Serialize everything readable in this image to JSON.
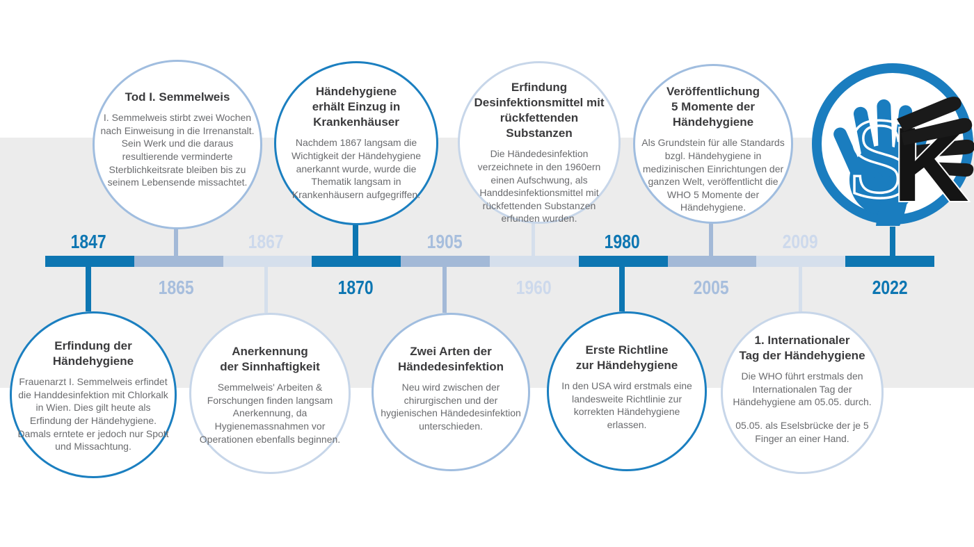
{
  "colors": {
    "timeline_dark": "#0d76b2",
    "timeline_medium": "#a3b9d7",
    "timeline_light": "#d5dfec",
    "circle_border_strong": "#1b7fc0",
    "circle_border_mid": "#a0bddf",
    "circle_border_soft": "#c7d6e9",
    "background_band": "#ececec",
    "logo_blue": "#1a7dbf",
    "logo_black": "#1a1a1a"
  },
  "timeline": {
    "segments": [
      {
        "year": "1847",
        "tone": "dark",
        "label_side": "above"
      },
      {
        "year": "1865",
        "tone": "medium",
        "label_side": "below"
      },
      {
        "year": "1867",
        "tone": "light",
        "label_side": "above"
      },
      {
        "year": "1870",
        "tone": "dark",
        "label_side": "below"
      },
      {
        "year": "1905",
        "tone": "medium",
        "label_side": "above"
      },
      {
        "year": "1960",
        "tone": "light",
        "label_side": "below"
      },
      {
        "year": "1980",
        "tone": "dark",
        "label_side": "above"
      },
      {
        "year": "2005",
        "tone": "medium",
        "label_side": "below"
      },
      {
        "year": "2009",
        "tone": "light",
        "label_side": "above"
      },
      {
        "year": "2022",
        "tone": "dark",
        "label_side": "below"
      }
    ]
  },
  "events_top": [
    {
      "title": "Tod I. Semmelweis",
      "body": "I. Semmelweis stirbt zwei Wochen nach Einweisung in die Irrenanstalt. Sein Werk und die daraus resultierende verminderte Sterblichkeitsrate bleiben bis zu seinem Lebensende missachtet."
    },
    {
      "title": "Händehygiene\nerhält Einzug in\nKrankenhäuser",
      "body": "Nachdem 1867 langsam die Wichtigkeit der Händehygiene anerkannt wurde, wurde die Thematik langsam in Krankenhäusern aufgegriffen."
    },
    {
      "title": "Erfindung\nDesinfektionsmittel mit\nrückfettenden Substanzen",
      "body": "Die Händedesinfektion verzeichnete in den 1960ern einen Aufschwung, als Handdesinfektionsmittel mit rückfettenden Substanzen erfunden wurden."
    },
    {
      "title": "Veröffentlichung\n5 Momente der\nHändehygiene",
      "body": "Als Grundstein für alle Standards bzgl. Händehygiene in medizinischen Einrichtungen der ganzen Welt, veröffentlicht die WHO 5 Momente der Händehygiene."
    }
  ],
  "events_bottom": [
    {
      "title": "Erfindung der\nHändehygiene",
      "body": "Frauenarzt I. Semmelweis erfindet die Handdesinfektion mit Chlorkalk in Wien. Dies gilt heute als Erfindung der Händehygiene. Damals erntete er jedoch nur Spott und Missachtung."
    },
    {
      "title": "Anerkennung\nder Sinnhaftigkeit",
      "body": "Semmelweis' Arbeiten & Forschungen finden langsam Anerkennung, da Hygienemassnahmen vor Operationen ebenfalls beginnen."
    },
    {
      "title": "Zwei Arten der\nHändedesinfektion",
      "body": "Neu wird zwischen der chirurgischen und der hygienischen Händedesinfektion unterschieden."
    },
    {
      "title": "Erste Richtline\nzur Händehygiene",
      "body": "In den USA wird erstmals eine landesweite Richtlinie zur korrekten Händehygiene erlassen."
    },
    {
      "title": "1. Internationaler\nTag der Händehygiene",
      "body": "Die WHO führt erstmals den Internationalen Tag der Händehygiene am 05.05. durch.",
      "body2": "05.05. als Eselsbrücke der je 5 Finger an einer Hand."
    }
  ],
  "logo": {
    "letter_s": "S",
    "letter_k": "K"
  }
}
